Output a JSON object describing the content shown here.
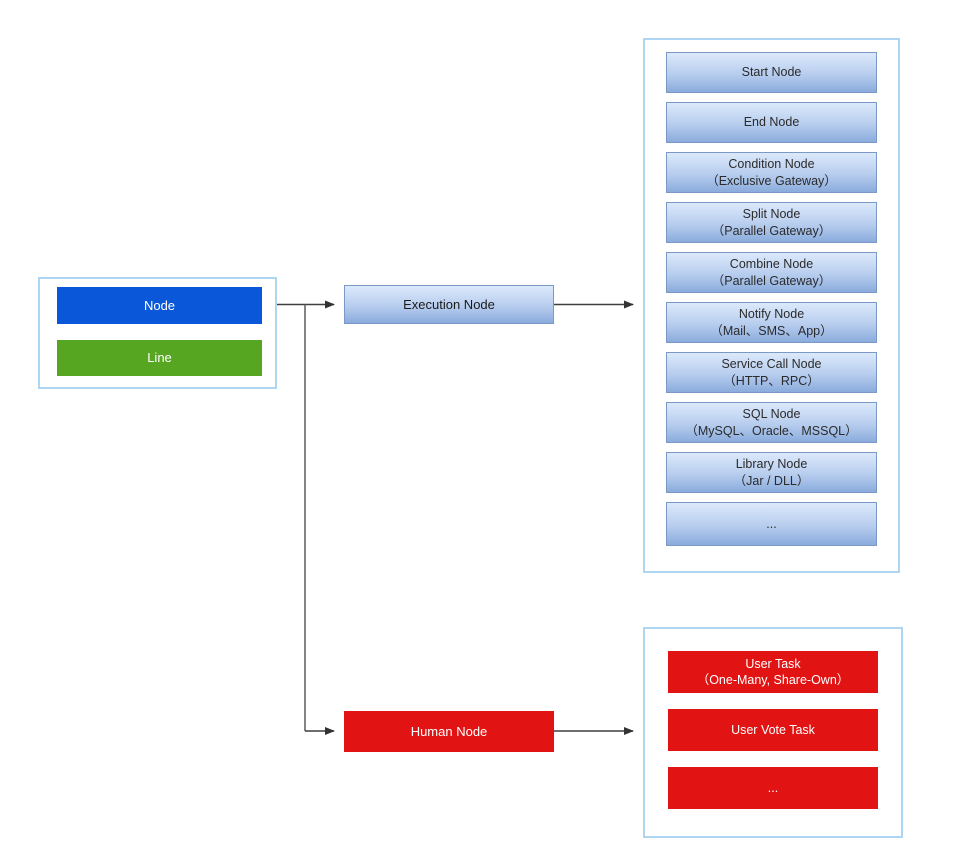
{
  "diagram": {
    "legend": {
      "node": {
        "label": "Node",
        "color": "#0a57da"
      },
      "line": {
        "label": "Line",
        "color": "#57a621"
      }
    },
    "execution_branch": {
      "label": "Execution Node"
    },
    "human_branch": {
      "label": "Human Node"
    },
    "execution_types": [
      {
        "lines": [
          "Start Node"
        ]
      },
      {
        "lines": [
          "End Node"
        ]
      },
      {
        "lines": [
          "Condition Node",
          "（Exclusive Gateway）"
        ]
      },
      {
        "lines": [
          "Split Node",
          "（Parallel Gateway）"
        ]
      },
      {
        "lines": [
          "Combine Node",
          "（Parallel Gateway）"
        ]
      },
      {
        "lines": [
          "Notify Node",
          "（Mail、SMS、App）"
        ]
      },
      {
        "lines": [
          "Service Call Node",
          "（HTTP、RPC）"
        ]
      },
      {
        "lines": [
          "SQL Node",
          "（MySQL、Oracle、MSSQL）"
        ]
      },
      {
        "lines": [
          "Library Node",
          "（Jar / DLL）"
        ]
      },
      {
        "lines": [
          "..."
        ]
      }
    ],
    "human_types": [
      {
        "lines": [
          "User Task",
          "（One-Many, Share-Own）"
        ]
      },
      {
        "lines": [
          "User Vote Task"
        ]
      },
      {
        "lines": [
          "..."
        ]
      }
    ]
  },
  "colors": {
    "panel_border": "#aed5f2",
    "node_blue": "#0a57da",
    "line_green": "#57a621",
    "human_red": "#e21313",
    "execution_gradient_top": "#dce9fb",
    "execution_gradient_bottom": "#8aabdd",
    "execution_border": "#7b99c7",
    "connector": "#3f3f3f",
    "background": "#ffffff"
  }
}
